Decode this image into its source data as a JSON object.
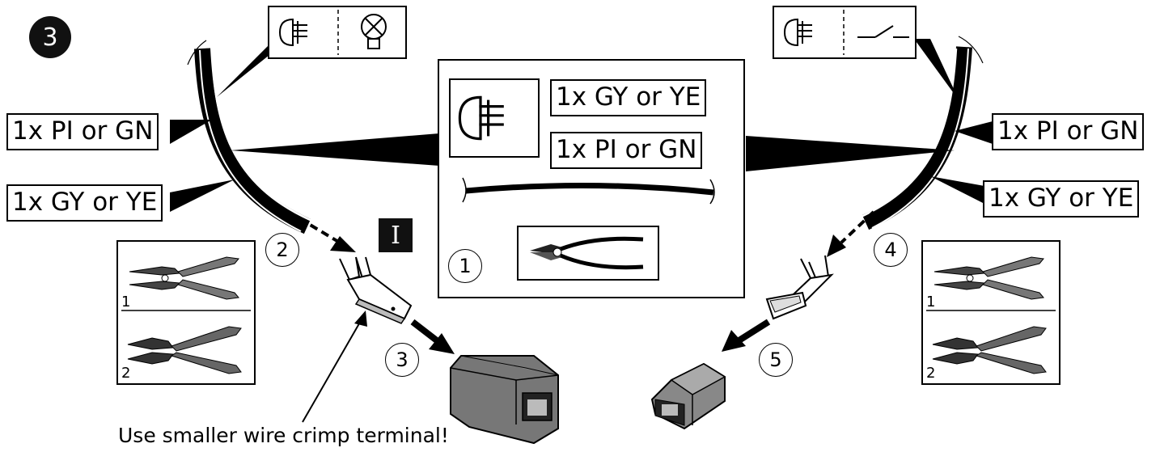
{
  "step_number": "3",
  "marker_roman": "I",
  "wire_labels": {
    "left_upper": "1x PI or GN",
    "left_lower": "1x GY or YE",
    "right_upper": "1x PI or GN",
    "right_lower": "1x GY or YE",
    "center_upper": "1x GY or YE",
    "center_lower": "1x PI or GN"
  },
  "step_circles": [
    "1",
    "2",
    "3",
    "4",
    "5"
  ],
  "tool_sub_labels": [
    "1",
    "2",
    "1",
    "2"
  ],
  "note": "Use smaller wire crimp terminal!",
  "icons": [
    "fog-lamp-icon",
    "bulb-icon",
    "switch-icon",
    "side-cutter-icon",
    "wire-stripper-icon",
    "crimp-tool-icon",
    "crimp-terminal-icon",
    "connector-housing-icon"
  ]
}
